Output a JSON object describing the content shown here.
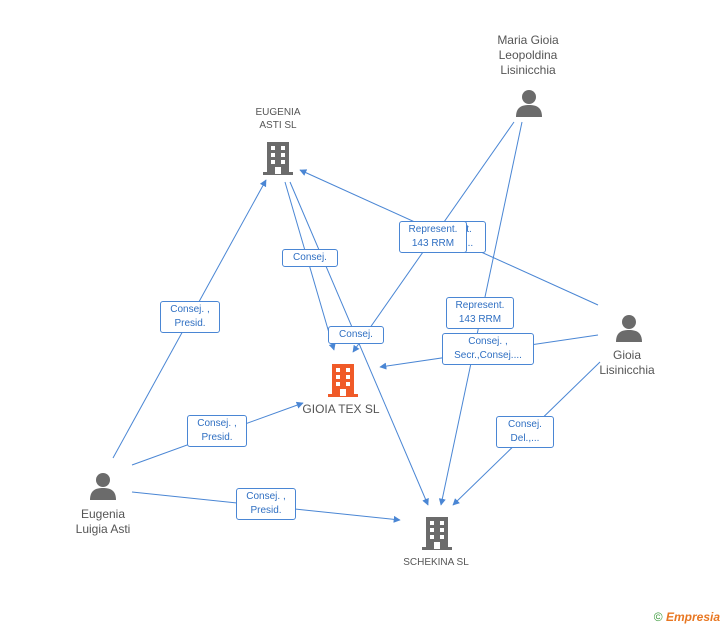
{
  "nodes": {
    "eugenia_asti_sl": {
      "label": "EUGENIA\nASTI SL"
    },
    "maria_gioia": {
      "label": "Maria Gioia\nLeopoldina\nLisinicchia"
    },
    "gioia_tex": {
      "label": "GIOIA TEX SL"
    },
    "gioia_lisinicchia": {
      "label": "Gioia\nLisinicchia"
    },
    "eugenia_luigia": {
      "label": "Eugenia\nLuigia Asti"
    },
    "schekina": {
      "label": "SCHEKINA SL"
    }
  },
  "edges": {
    "e1": "Consej. ,\nPresid.",
    "e2": "Consej.",
    "e3": "Represent.\n143 RRM",
    "e3b": "t.\n...",
    "e4": "Consej.",
    "e5": "Represent.\n143 RRM",
    "e6": "Consej. ,\nSecr.,Consej....",
    "e7": "Consej. ,\nPresid.",
    "e8": "Consej.\nDel.,...",
    "e9": "Consej. ,\nPresid."
  },
  "colors": {
    "edge": "#4a86d4",
    "company": "#6b6b6b",
    "focus_company": "#f05a28",
    "person": "#6b6b6b"
  },
  "footer": {
    "copyright": "©",
    "brand": "Empresia"
  }
}
